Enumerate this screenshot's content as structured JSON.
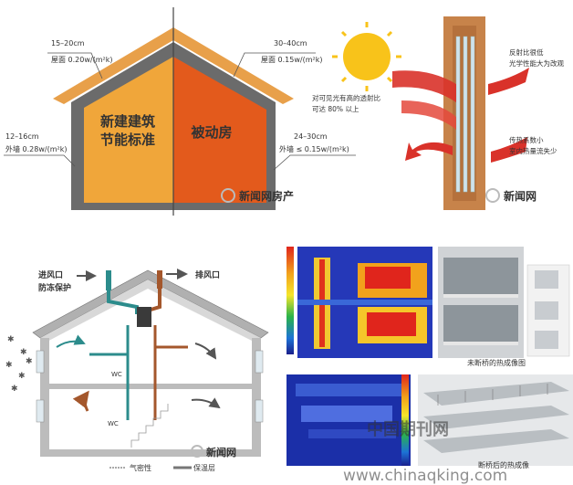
{
  "house_comparison": {
    "left_label": "新建建筑\n节能标准",
    "right_label": "被动房",
    "roof_left": {
      "thickness": "15–20cm",
      "value": "屋面 0.20w/(m²k)"
    },
    "roof_right": {
      "thickness": "30–40cm",
      "value": "屋面 0.15w/(m²k)"
    },
    "wall_left": {
      "thickness": "12–16cm",
      "value": "外墙 0.28w/(m²k)"
    },
    "wall_right": {
      "thickness": "24–30cm",
      "value": "外墙 ≤ 0.15w/(m²k)"
    },
    "watermark": "新闻网房产",
    "colors": {
      "left_fill": "#f0a63a",
      "right_fill": "#e35a1c",
      "frame": "#6b6b6b",
      "roof_edge": "#e8a04a"
    }
  },
  "window_diagram": {
    "note_left": "对可见光有高的透射比\n可达 80% 以上",
    "note_right_top": "反射比很低\n光学性能大为改观",
    "note_right_bottom": "传热系数小\n室内热量流失少",
    "watermark": "新闻网"
  },
  "ventilation_diagram": {
    "intake": "进风口",
    "freeze": "防冻保护",
    "exhaust": "排风口",
    "wc_upper": "WC",
    "wc_lower": "WC",
    "legend_airtight": "气密性",
    "legend_insulation": "保温层",
    "watermark": "新闻网"
  },
  "thermal_images": {
    "caption_top": "未断桥的热成像图",
    "caption_bottom": "断桥后的热成像",
    "overlay_cn": "中国期刊网",
    "overlay_url": "www.chinaqking.com"
  }
}
